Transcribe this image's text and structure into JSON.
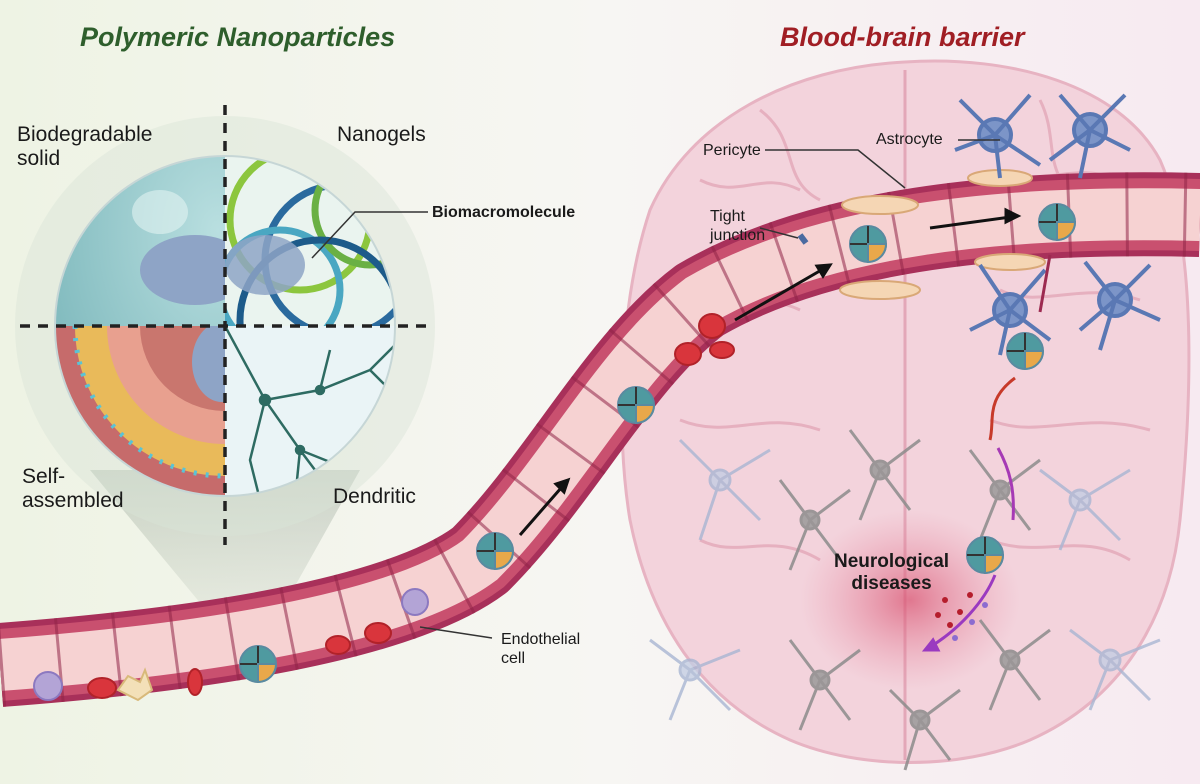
{
  "titles": {
    "left": "Polymeric Nanoparticles",
    "right": "Blood-brain barrier"
  },
  "labels": {
    "biodegradable_solid": "Biodegradable\nsolid",
    "nanogels": "Nanogels",
    "biomacromolecule": "Biomacromolecule",
    "self_assembled": "Self-\nassembled",
    "dendritic": "Dendritic",
    "pericyte": "Pericyte",
    "astrocyte": "Astrocyte",
    "tight_junction": "Tight\njunction",
    "endothelial_cell": "Endothelial\ncell",
    "neurological_diseases": "Neurological\ndiseases"
  },
  "colors": {
    "left_title": "#2e5e2c",
    "right_title": "#a01e24",
    "vessel_wall": "#a8305a",
    "vessel_lumen": "#f6d2d2",
    "red_blood_cell": "#d9353c",
    "astrocyte": "#5a78b4",
    "brain": "#f0c6d0",
    "nanogel_green": "#8cc63e",
    "nanogel_blue": "#2a6a9e"
  }
}
